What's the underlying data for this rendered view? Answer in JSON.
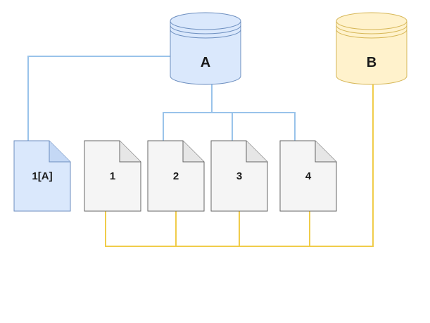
{
  "databases": [
    {
      "id": "A",
      "label": "A",
      "fill": "#dae8fc",
      "stroke": "#6c8ebf"
    },
    {
      "id": "B",
      "label": "B",
      "fill": "#fff2cc",
      "stroke": "#d6b656"
    }
  ],
  "documents": [
    {
      "id": "1A",
      "label": "1[A]",
      "fill": "#dae8fc",
      "stroke": "#6c8ebf"
    },
    {
      "id": "1",
      "label": "1",
      "fill": "#f5f5f5",
      "stroke": "#666666"
    },
    {
      "id": "2",
      "label": "2",
      "fill": "#f5f5f5",
      "stroke": "#666666"
    },
    {
      "id": "3",
      "label": "3",
      "fill": "#f5f5f5",
      "stroke": "#666666"
    },
    {
      "id": "4",
      "label": "4",
      "fill": "#f5f5f5",
      "stroke": "#666666"
    }
  ],
  "edges": [
    {
      "from": "A",
      "to": "1A",
      "color": "#99c3ea"
    },
    {
      "from": "A",
      "to": "2",
      "color": "#99c3ea"
    },
    {
      "from": "A",
      "to": "3",
      "color": "#99c3ea"
    },
    {
      "from": "A",
      "to": "4",
      "color": "#99c3ea"
    },
    {
      "from": "B",
      "to": "1",
      "color": "#f0cc4a"
    },
    {
      "from": "B",
      "to": "2",
      "color": "#f0cc4a"
    },
    {
      "from": "B",
      "to": "3",
      "color": "#f0cc4a"
    },
    {
      "from": "B",
      "to": "4",
      "color": "#f0cc4a"
    }
  ]
}
